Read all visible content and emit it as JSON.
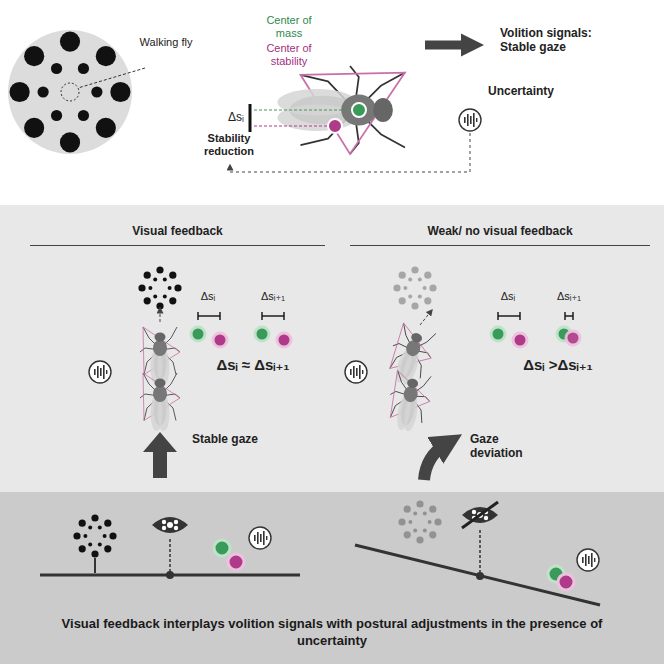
{
  "diagram": {
    "caption": "Visual feedback interplays volition signals with postural adjustments in the presence of uncertainty",
    "nodes": [
      {
        "text": [
          "Visual feedback"
        ]
      },
      {
        "text": [
          "Weak/ no visual feedback"
        ]
      }
    ],
    "labels": [
      "Walking fly",
      "Center of mass",
      "Center of stability",
      "Δsᵢ",
      "Stability reduction",
      "Volition signals: Stable gaze",
      "Uncertainty",
      "Δsᵢ",
      "Δsᵢ₊₁",
      "Δsᵢ ≈ Δsᵢ₊₁",
      "Stable gaze",
      "Δsᵢ",
      "Δsᵢ₊₁",
      "Δsᵢ >Δsᵢ₊₁",
      "Gaze deviation"
    ]
  }
}
